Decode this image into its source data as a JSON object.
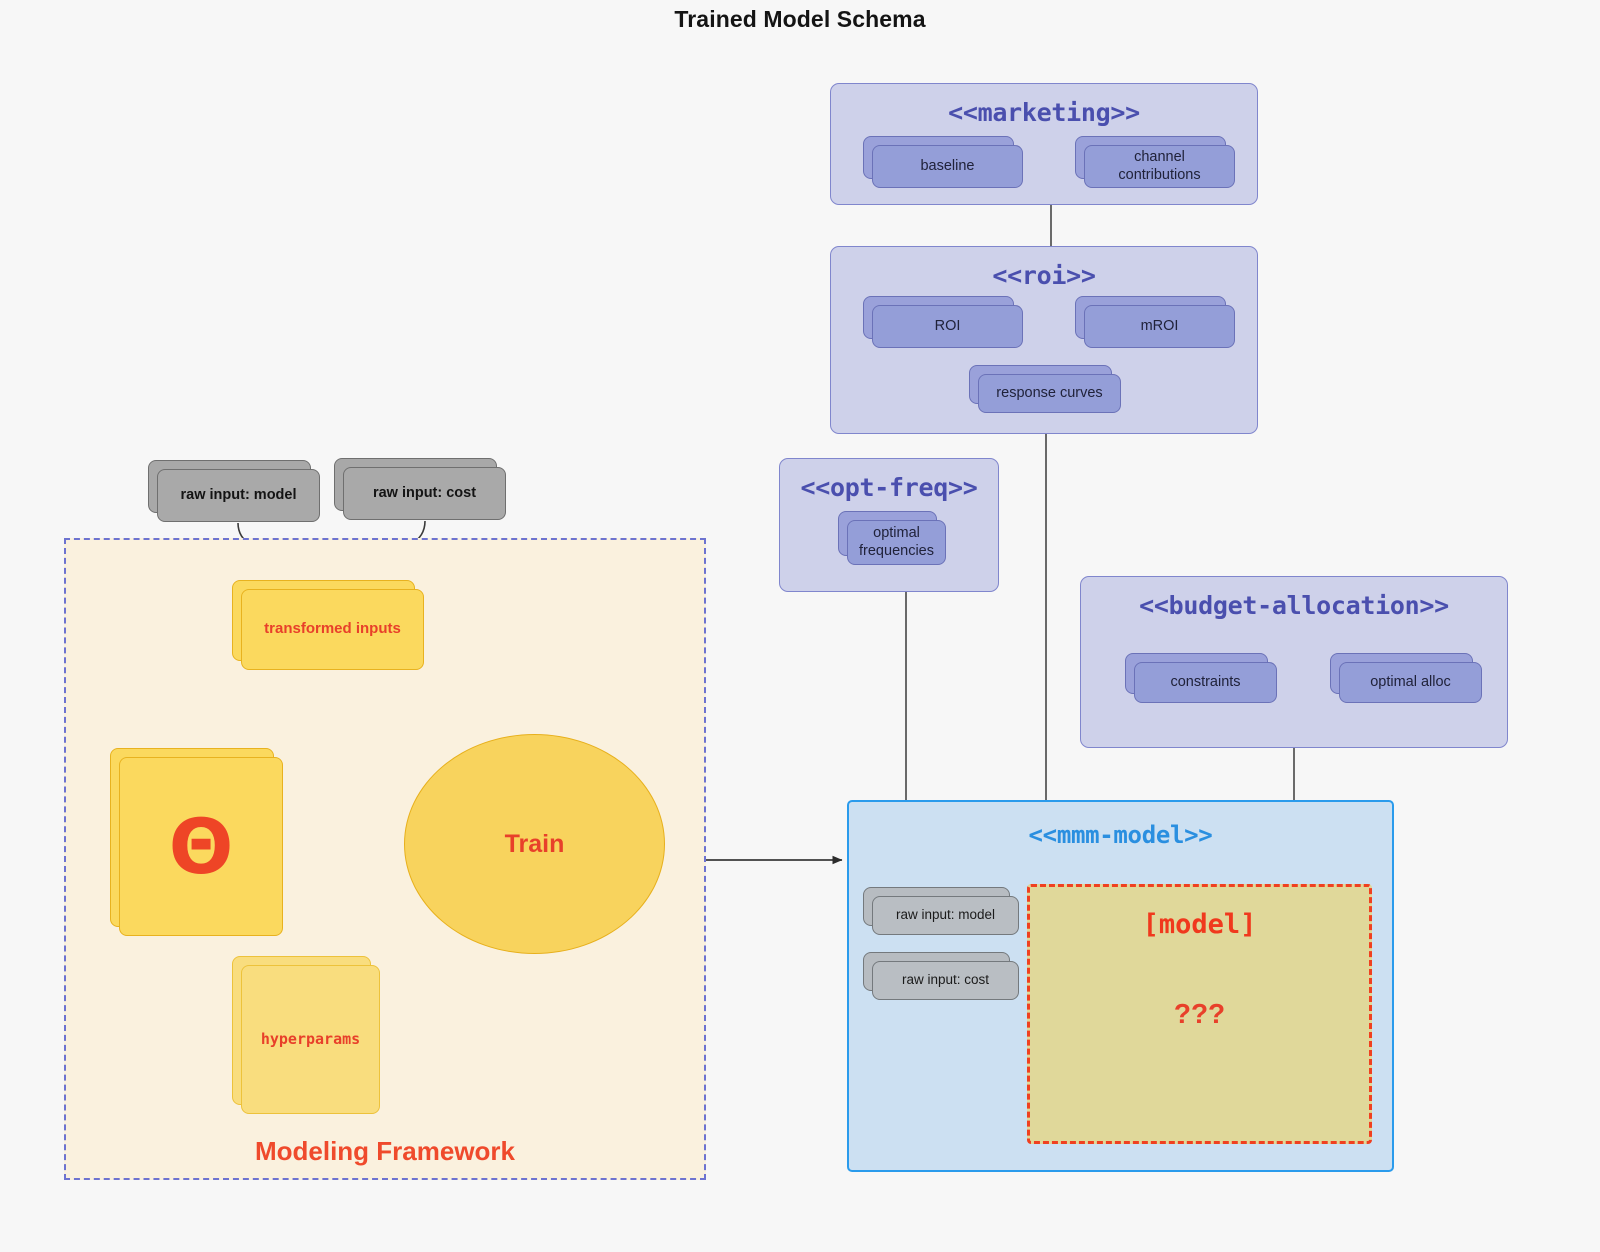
{
  "title": "Trained Model Schema",
  "colors": {
    "background": "#f7f7f7",
    "package_fill": "#ced1ea",
    "package_stroke": "#8086cd",
    "package_title": "#4a4fae",
    "node_fill": "#949ed8",
    "node_stroke": "#6b72b8",
    "gray_node_fill": "#a9a9a9",
    "gray_node_stroke": "#6f6f6f",
    "yellow_node_fill": "#fbd95e",
    "yellow_node_stroke": "#e8b21f",
    "accent_red": "#e8402a",
    "framework_fill": "#faf1de",
    "framework_stroke": "#6d73d0",
    "mmm_fill": "#cce0f2",
    "mmm_stroke": "#2a9bec",
    "mmm_title": "#2a8fe0",
    "model_box_fill": "#e0d89a",
    "model_box_stroke": "#f04020",
    "edge_gray": "#3a3a3a",
    "edge_purple": "#6b72b8"
  },
  "packages": {
    "marketing": {
      "title": "<<marketing>>",
      "nodes": [
        {
          "label": "baseline"
        },
        {
          "label": "channel contributions"
        }
      ]
    },
    "roi": {
      "title": "<<roi>>",
      "nodes": [
        {
          "label": "ROI"
        },
        {
          "label": "mROI"
        },
        {
          "label": "response curves"
        }
      ]
    },
    "opt_freq": {
      "title": "<<opt-freq>>",
      "nodes": [
        {
          "label": "optimal frequencies"
        }
      ]
    },
    "budget_allocation": {
      "title": "<<budget-allocation>>",
      "nodes": [
        {
          "label": "constraints"
        },
        {
          "label": "optimal alloc"
        }
      ]
    },
    "mmm_model": {
      "title": "<<mmm-model>>",
      "nodes": [
        {
          "label": "raw input: model"
        },
        {
          "label": "raw input: cost"
        }
      ],
      "model_box": {
        "label": "[model]",
        "unknown": "???"
      }
    }
  },
  "framework": {
    "caption": "Modeling Framework",
    "raw_inputs": [
      {
        "label": "raw input: model"
      },
      {
        "label": "raw input: cost"
      }
    ],
    "transformed_inputs": {
      "label": "transformed inputs"
    },
    "theta": {
      "label": "Θ"
    },
    "hyperparams": {
      "label": "hyperparams"
    },
    "train": {
      "label": "Train"
    }
  },
  "icons": {
    "stacked-card-icon": "stacked-card",
    "dashed-boundary-icon": "dashed-boundary",
    "arrow-head-icon": "arrow-head",
    "theta-icon": "theta-symbol"
  }
}
